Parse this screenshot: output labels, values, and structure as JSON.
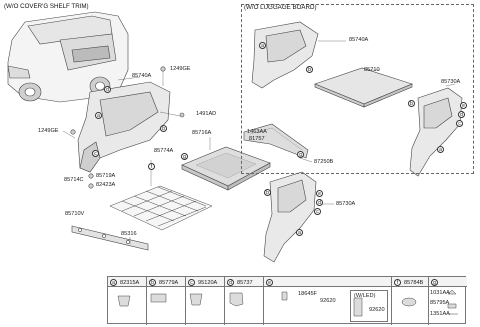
{
  "headers": {
    "main": "(W/O COVER'G SHELF TRIM)",
    "inset": "(W/O LUGGAGE BOARD)"
  },
  "parts": {
    "p85740A_top": "85740A",
    "p85740A_left": "85740A",
    "p1249GE_top": "1249GE",
    "p1249GE_left": "1249GE",
    "p1491AD": "1491AD",
    "p85710_inset": "85710",
    "p85730A_inset": "85730A",
    "p85716A": "85716A",
    "p1463AA": "1463AA",
    "p81757": "81757",
    "p87250B": "87250B",
    "p85774A": "85774A",
    "p85719A": "85719A",
    "p85714C": "85714C",
    "p82423A": "82423A",
    "p85730A_main": "85730A",
    "p85710V": "85710V",
    "p85316": "85316"
  },
  "legend": {
    "cells": [
      {
        "letter": "a",
        "part": "82315A"
      },
      {
        "letter": "b",
        "part": "85779A"
      },
      {
        "letter": "c",
        "part": "95120A"
      },
      {
        "letter": "d",
        "part": "85737"
      },
      {
        "letter": "e",
        "part": ""
      },
      {
        "letter": "f",
        "part": "85784B"
      },
      {
        "letter": "g",
        "part": ""
      }
    ],
    "e_items": {
      "p18645F": "18645F",
      "p92620a": "92620",
      "wled": "(W/LED)",
      "p92620b": "92620"
    },
    "g_items": {
      "p1031AA": "1031AA",
      "p85795A": "85795A",
      "p1351AA": "1351AA"
    }
  },
  "colors": {
    "line": "#444444",
    "part_fill": "#e9e9e9",
    "part_shade": "#cfcfcf",
    "car_fill": "#f4f4f4"
  }
}
